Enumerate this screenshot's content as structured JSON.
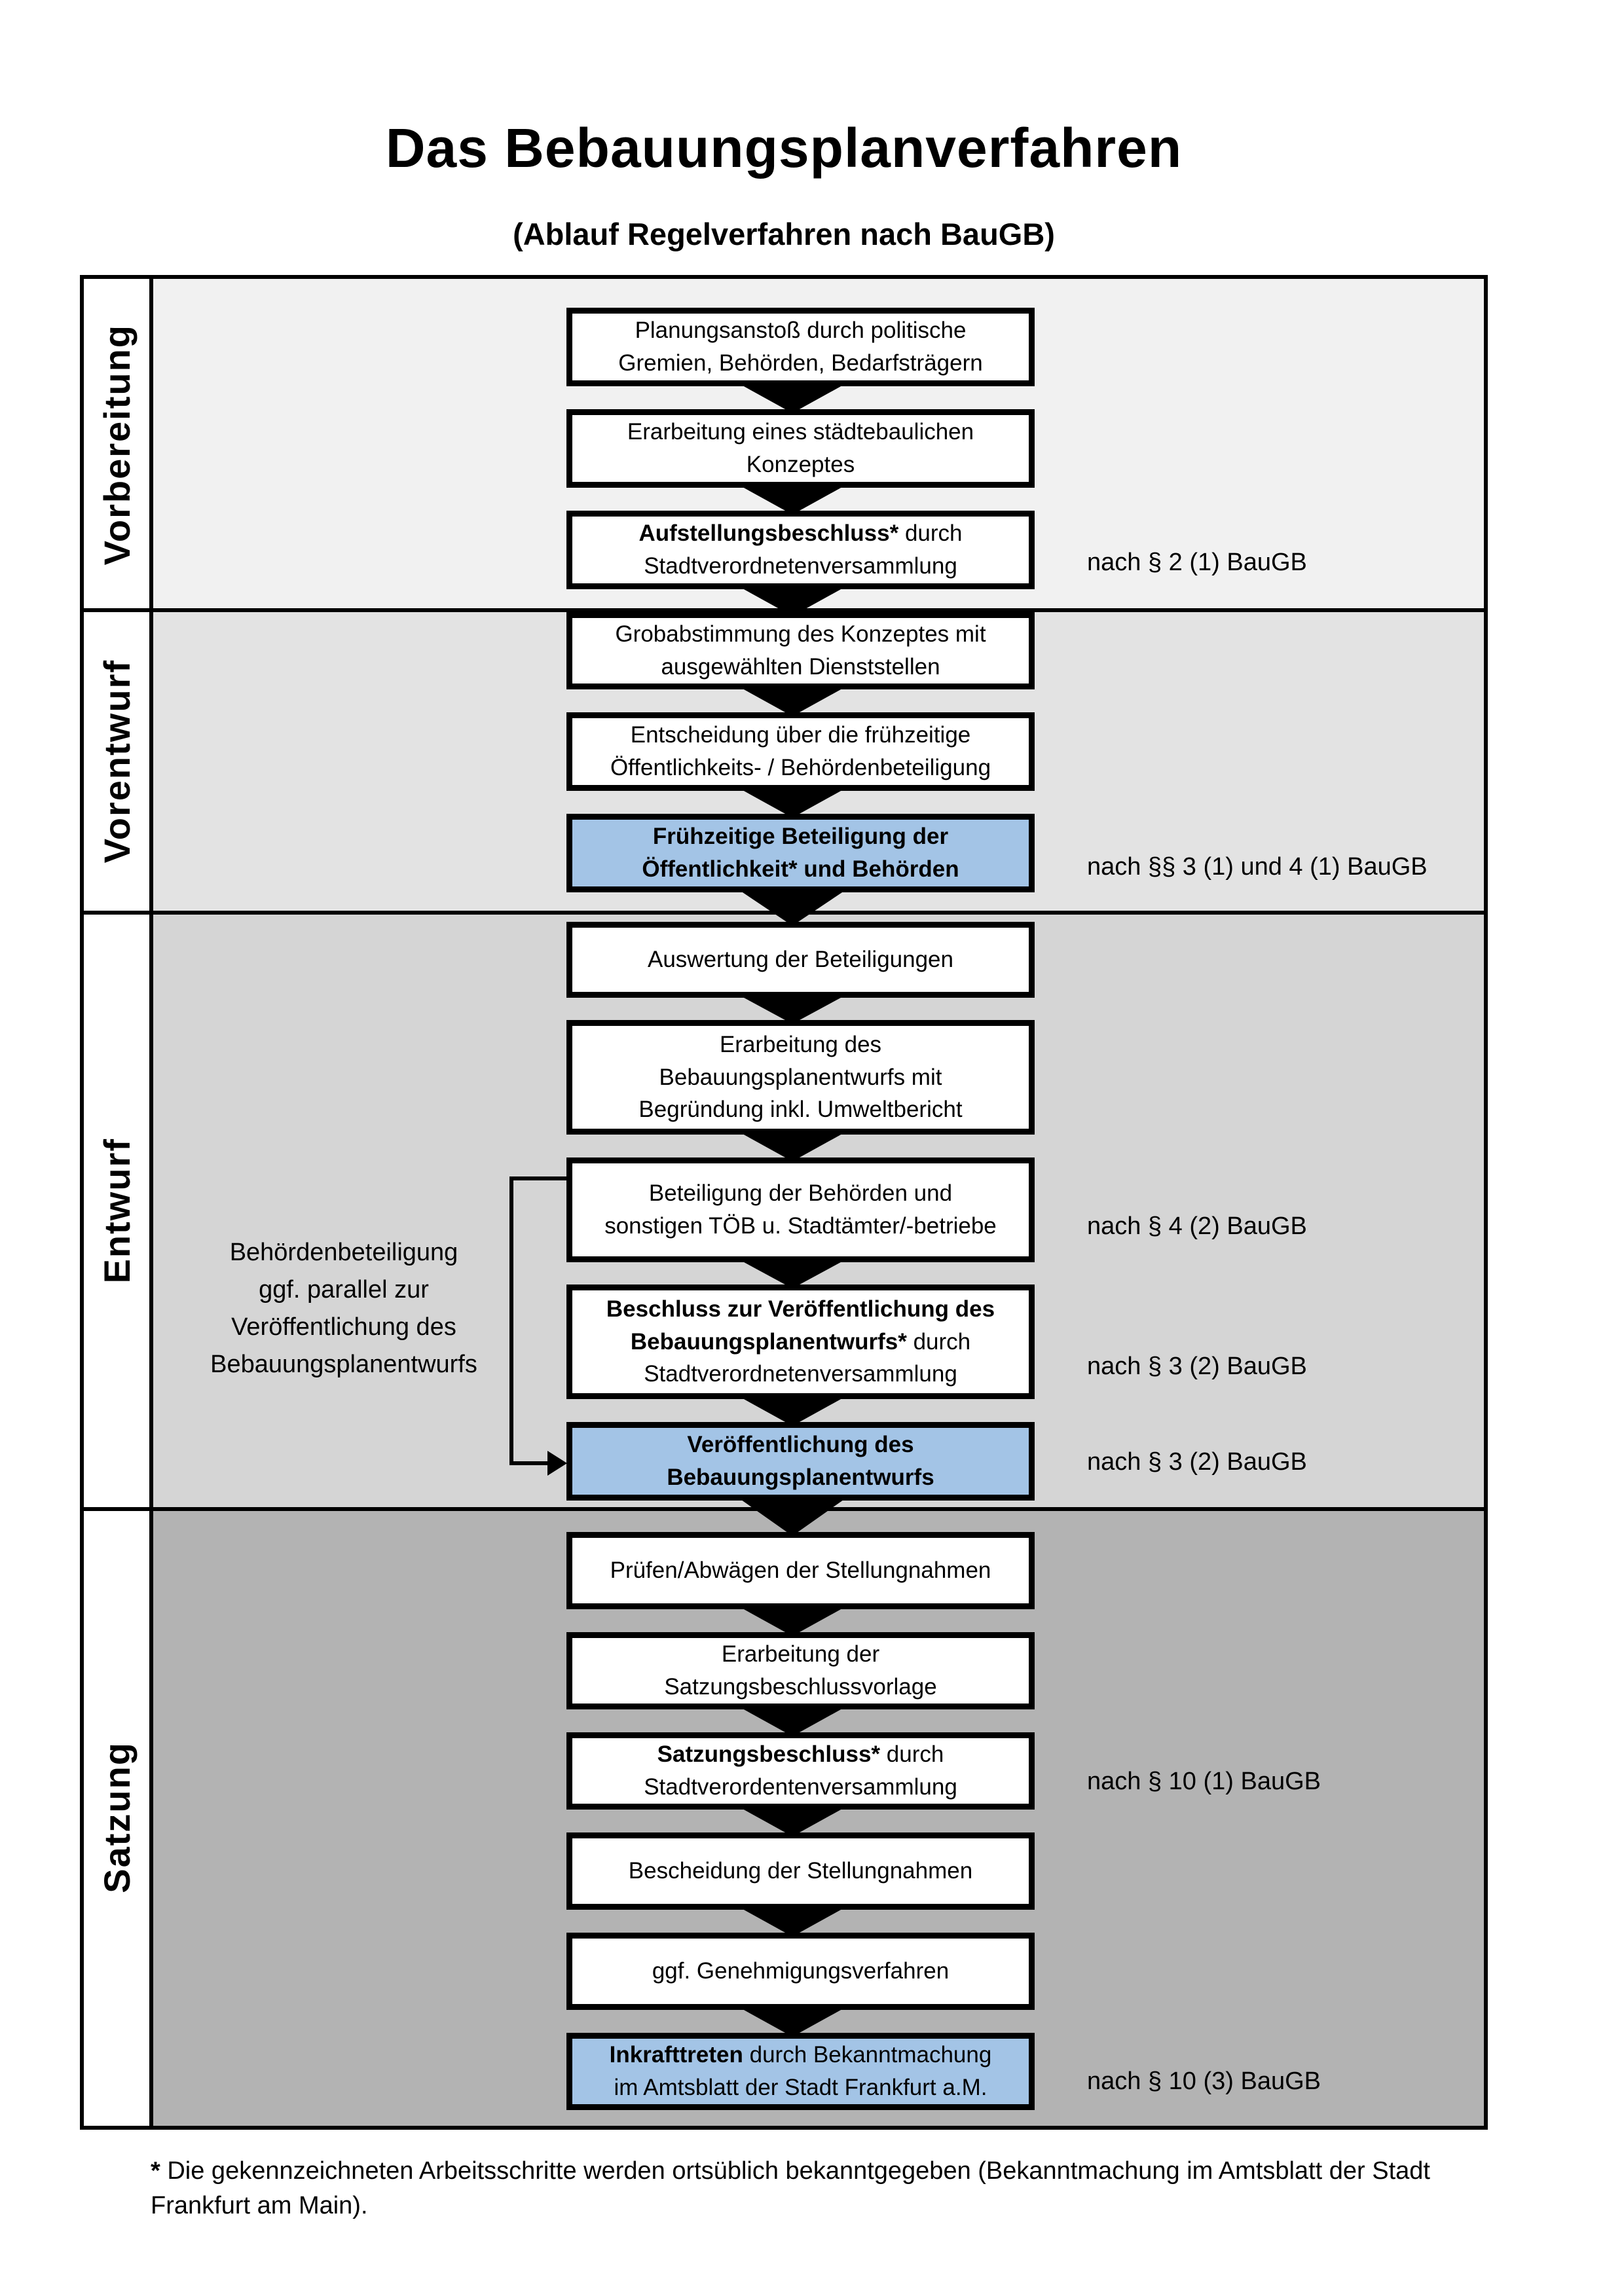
{
  "title": "Das Bebauungsplanverfahren",
  "subtitle": "(Ablauf Regelverfahren nach BauGB)",
  "phases": [
    {
      "label": "Vorbereitung"
    },
    {
      "label": "Vorentwurf"
    },
    {
      "label": "Entwurf"
    },
    {
      "label": "Satzung"
    }
  ],
  "steps": [
    {
      "bold": "",
      "rest": "Planungsanstoß durch politische\nGremien, Behörden, Bedarfsträgern",
      "ref": "",
      "highlight": false
    },
    {
      "bold": "",
      "rest": "Erarbeitung eines städtebaulichen\nKonzeptes",
      "ref": "",
      "highlight": false
    },
    {
      "bold": "Aufstellungsbeschluss*",
      "rest": " durch\nStadtverordnetenversammlung",
      "ref": "nach § 2 (1) BauGB",
      "highlight": false
    },
    {
      "bold": "",
      "rest": "Grobabstimmung des Konzeptes mit\nausgewählten Dienststellen",
      "ref": "",
      "highlight": false
    },
    {
      "bold": "",
      "rest": "Entscheidung über die frühzeitige\nÖffentlichkeits- / Behördenbeteiligung",
      "ref": "",
      "highlight": false
    },
    {
      "bold": "Frühzeitige Beteiligung der\nÖffentlichkeit* und Behörden",
      "rest": "",
      "ref": "nach §§ 3 (1) und 4 (1) BauGB",
      "highlight": true
    },
    {
      "bold": "",
      "rest": "Auswertung der Beteiligungen",
      "ref": "",
      "highlight": false
    },
    {
      "bold": "",
      "rest": "Erarbeitung des\nBebauungsplanentwurfs mit\nBegründung inkl. Umweltbericht",
      "ref": "",
      "highlight": false
    },
    {
      "bold": "",
      "rest": "Beteiligung der Behörden und\nsonstigen TÖB u. Stadtämter/-betriebe",
      "ref": "nach § 4 (2) BauGB",
      "highlight": false
    },
    {
      "bold": "Beschluss zur Veröffentlichung des\nBebauungsplanentwurfs*",
      "rest": " durch\nStadtverordnetenversammlung",
      "ref": "nach § 3 (2) BauGB",
      "highlight": false
    },
    {
      "bold": "Veröffentlichung des\nBebauungsplanentwurfs",
      "rest": "",
      "ref": "nach § 3 (2) BauGB",
      "highlight": true
    },
    {
      "bold": "",
      "rest": "Prüfen/Abwägen der Stellungnahmen",
      "ref": "",
      "highlight": false
    },
    {
      "bold": "",
      "rest": "Erarbeitung der\nSatzungsbeschlussvorlage",
      "ref": "",
      "highlight": false
    },
    {
      "bold": "Satzungsbeschluss*",
      "rest": " durch\nStadtverordentenversammlung",
      "ref": "nach § 10 (1) BauGB",
      "highlight": false
    },
    {
      "bold": "",
      "rest": "Bescheidung der Stellungnahmen",
      "ref": "",
      "highlight": false
    },
    {
      "bold": "",
      "rest": "ggf. Genehmigungsverfahren",
      "ref": "",
      "highlight": false
    },
    {
      "bold": "Inkrafttreten",
      "rest": " durch Bekanntmachung\nim Amtsblatt der Stadt Frankfurt a.M.",
      "ref": "nach § 10 (3) BauGB",
      "highlight": true
    }
  ],
  "annotation": "Behördenbeteiligung\nggf. parallel zur\nVeröffentlichung des\nBebauungsplanentwurfs",
  "footnote": {
    "marker": "*",
    "text": " Die gekennzeichneten Arbeitsschritte werden ortsüblich bekanntgegeben (Bekanntmachung im Amtsblatt  der Stadt\nFrankfurt am Main)."
  },
  "colors": {
    "highlight_fill": "#a3c4e6",
    "band_vorbereitung": "#f1f1f1",
    "band_vorentwurf": "#e3e3e3",
    "band_entwurf": "#d5d5d5",
    "band_satzung": "#b3b3b3",
    "box_border": "#000000"
  }
}
